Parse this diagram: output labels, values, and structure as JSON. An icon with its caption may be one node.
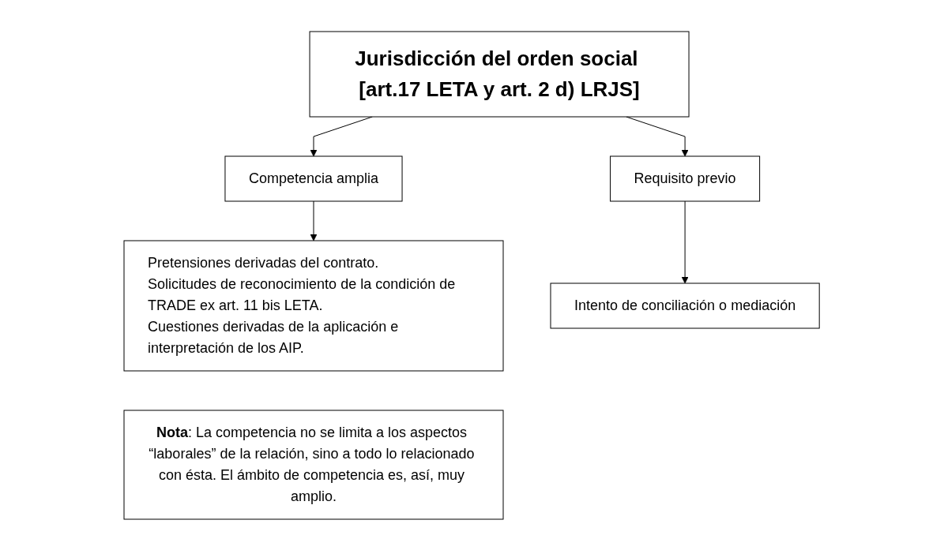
{
  "diagram": {
    "nodes": [
      {
        "text": [
          "Jurisdicción del orden social [art.17 LETA y art. 2 d) LRJS]"
        ]
      },
      {
        "text": [
          "Competencia amplia"
        ]
      },
      {
        "text": [
          "Requisito previo"
        ]
      },
      {
        "text": [
          "Pretensiones derivadas del contrato.",
          "Solicitudes de reconocimiento de la condición de TRADE ex art. 11 bis LETA.",
          "Cuestiones derivadas de la aplicación e interpretación de los AIP."
        ]
      },
      {
        "text": [
          "Intento de conciliación o mediación"
        ]
      },
      {
        "text": [
          "**Nota**: La competencia no se limita a los aspectos “laborales” de la relación, sino a todo lo relacionado con ésta. El ámbito de competencia es, así, muy amplio."
        ]
      }
    ],
    "edges": [
      {
        "from": 0,
        "to": 1,
        "arrow": "to"
      },
      {
        "from": 0,
        "to": 2,
        "arrow": "to"
      },
      {
        "from": 1,
        "to": 3,
        "arrow": "to"
      },
      {
        "from": 2,
        "to": 4,
        "arrow": "to"
      }
    ]
  }
}
